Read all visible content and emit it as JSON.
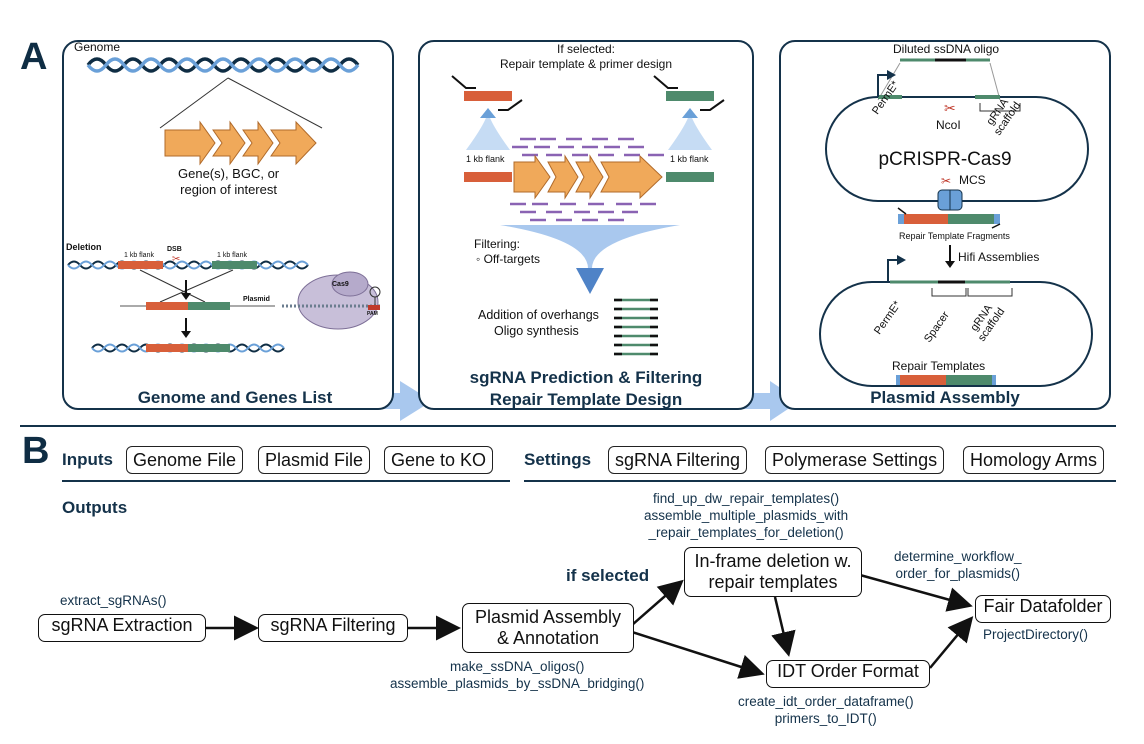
{
  "panel_a": {
    "letter": "A",
    "box1": {
      "genome_label": "Genome",
      "genes_caption": "Gene(s), BGC, or\nregion of interest",
      "deletion_label": "Deletion",
      "flank_left": "1 kb flank",
      "flank_right": "1 kb flank",
      "dsb_label": "DSB",
      "plasmid_label": "Plasmid",
      "cas9_label": "Cas9",
      "pam_label": "PAM",
      "title": "Genome and Genes List"
    },
    "box2": {
      "if_selected": "If selected:",
      "repair_design": "Repair template & primer design",
      "flank_left": "1 kb flank",
      "flank_right": "1 kb flank",
      "filtering": "Filtering:",
      "off_targets": "◦ Off-targets",
      "overhangs": "Addition of overhangs",
      "oligo": "Oligo synthesis",
      "title_line1": "sgRNA Prediction & Filtering",
      "title_line2": "Repair Template Design"
    },
    "box3": {
      "oligo_label": "Diluted ssDNA oligo",
      "perme_top": "PermE*",
      "ncol": "NcoI",
      "grna_scaffold_top": "gRNA\nscaffold",
      "plasmid_name": "pCRISPR-Cas9",
      "mcs": "MCS",
      "fragments": "Repair Template Fragments",
      "hifi": "Hifi Assemblies",
      "perme_bottom": "PermE*",
      "spacer": "Spacer",
      "grna_scaffold_bottom": "gRNA\nscaffold",
      "repair_templates": "Repair Templates",
      "title": "Plasmid Assembly"
    }
  },
  "panel_b": {
    "letter": "B",
    "inputs_label": "Inputs",
    "inputs": [
      "Genome File",
      "Plasmid File",
      "Gene to KO"
    ],
    "settings_label": "Settings",
    "settings": [
      "sgRNA Filtering",
      "Polymerase Settings",
      "Homology Arms"
    ],
    "outputs_label": "Outputs",
    "if_selected": "if selected",
    "nodes": {
      "extraction": "sgRNA Extraction",
      "filtering": "sgRNA Filtering",
      "assembly": "Plasmid Assembly\n& Annotation",
      "inframe": "In-frame deletion w.\nrepair templates",
      "idt": "IDT Order Format",
      "fair": "Fair Datafolder"
    },
    "functions": {
      "extract": "extract_sgRNAs()",
      "assembly": "make_ssDNA_oligos()\nassemble_plasmids_by_ssDNA_bridging()",
      "inframe": "find_up_dw_repair_templates()\nassemble_multiple_plasmids_with\n_repair_templates_for_deletion()",
      "workflow": "determine_workflow_\norder_for_plasmids()",
      "fair": "ProjectDirectory()",
      "idt": "create_idt_order_dataframe()\nprimers_to_IDT()"
    }
  },
  "colors": {
    "navy": "#14324a",
    "orange_gene": "#f0a95a",
    "flank_orange": "#d85f3a",
    "flank_green": "#4e8a6c",
    "dna_dark": "#0f2d44",
    "dna_light": "#6aa0d8",
    "arrow_light": "#a9c8ee",
    "purple": "#8a63b3"
  }
}
